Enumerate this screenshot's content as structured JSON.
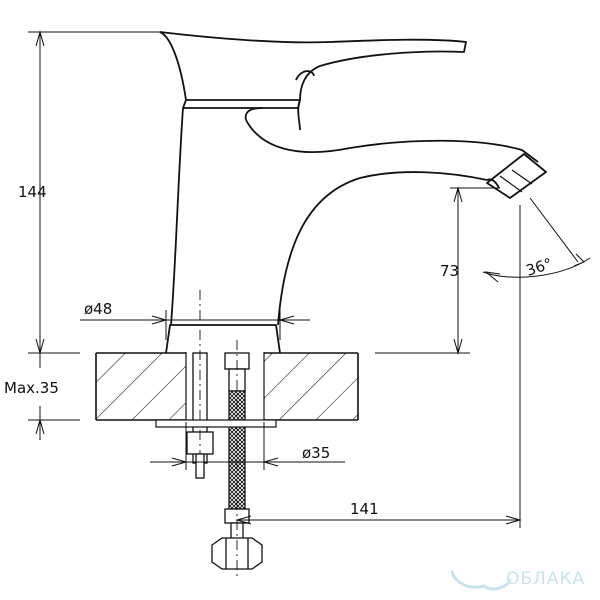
{
  "dimensions": {
    "height_total": "144",
    "spout_height": "73",
    "base_diameter": "ø48",
    "max_thickness": "Max.35",
    "hole_diameter": "ø35",
    "reach": "141",
    "spout_angle": "36°"
  },
  "watermark": {
    "text": "ОБЛАКА"
  },
  "colors": {
    "line": "#111111",
    "watermark": "#c9e3ee"
  }
}
